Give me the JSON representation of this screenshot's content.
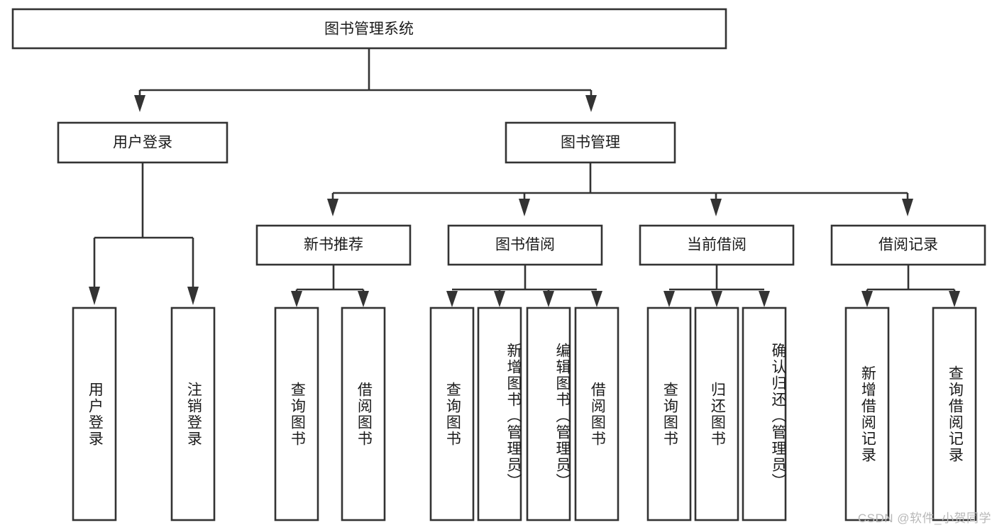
{
  "diagram": {
    "type": "tree",
    "title": "图书管理系统",
    "orientation": "top-down",
    "colors": {
      "box_stroke": "#333333",
      "box_fill": "#ffffff",
      "text": "#1b1b1b",
      "connector": "#333333",
      "watermark": "#b8b8b8",
      "background": "#ffffff"
    },
    "root": {
      "label": "图书管理系统"
    },
    "level1": [
      {
        "label": "用户登录"
      },
      {
        "label": "图书管理"
      }
    ],
    "level2": [
      {
        "label": "新书推荐"
      },
      {
        "label": "图书借阅"
      },
      {
        "label": "当前借阅"
      },
      {
        "label": "借阅记录"
      }
    ],
    "leaves": {
      "user_login": [
        {
          "label": "用户登录"
        },
        {
          "label": "注销登录"
        }
      ],
      "new_book_recommend": [
        {
          "label": "查询图书"
        },
        {
          "label": "借阅图书"
        }
      ],
      "book_borrow": [
        {
          "label": "查询图书"
        },
        {
          "label": "新增图书（管理员）"
        },
        {
          "label": "编辑图书（管理员）"
        },
        {
          "label": "借阅图书"
        }
      ],
      "current_borrow": [
        {
          "label": "查询图书"
        },
        {
          "label": "归还图书"
        },
        {
          "label": "确认归还（管理员）"
        }
      ],
      "borrow_record": [
        {
          "label": "新增借阅记录"
        },
        {
          "label": "查询借阅记录"
        }
      ]
    }
  },
  "watermark": {
    "text": "CSDN @软件_小贺同学"
  }
}
